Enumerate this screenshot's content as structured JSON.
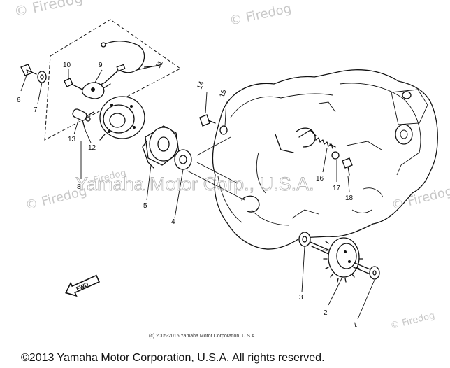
{
  "watermarks": {
    "site_top": "© Firedog",
    "site_top_right": "© Firedog",
    "site_mid_left": "© Firedog",
    "site_mid_right": "© Firedog",
    "site_center": "Firedog",
    "site_bottom_right": "© Firedog",
    "center_text": "Yamaha Motor Corp., U.S.A."
  },
  "callouts": [
    {
      "id": "c1",
      "label": "1"
    },
    {
      "id": "c2",
      "label": "2"
    },
    {
      "id": "c3",
      "label": "3"
    },
    {
      "id": "c4",
      "label": "4"
    },
    {
      "id": "c5",
      "label": "5"
    },
    {
      "id": "c6",
      "label": "6"
    },
    {
      "id": "c7",
      "label": "7"
    },
    {
      "id": "c8",
      "label": "8"
    },
    {
      "id": "c9",
      "label": "9"
    },
    {
      "id": "c10",
      "label": "10"
    },
    {
      "id": "c11",
      "label": "11"
    },
    {
      "id": "c12",
      "label": "12"
    },
    {
      "id": "c13",
      "label": "13"
    },
    {
      "id": "c14",
      "label": "14"
    },
    {
      "id": "c15",
      "label": "15"
    },
    {
      "id": "c16",
      "label": "16"
    },
    {
      "id": "c17",
      "label": "17"
    },
    {
      "id": "c18",
      "label": "18"
    }
  ],
  "fwd_label": "FWD",
  "copyright_small": "(c) 2005-2015 Yamaha Motor Corporation, U.S.A.",
  "copyright_main": "©2013 Yamaha Motor Corporation, U.S.A. All rights reserved."
}
